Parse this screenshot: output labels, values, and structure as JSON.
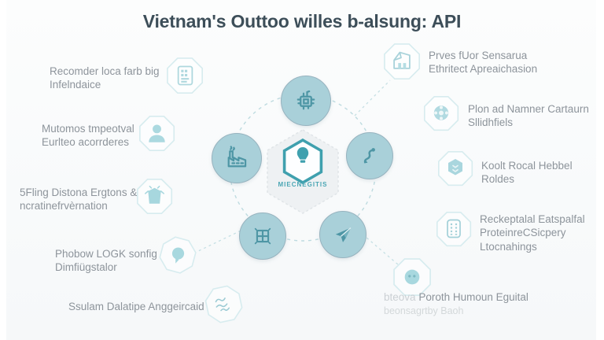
{
  "title": "Vietnam's Outtoo willes b-alsung: API",
  "center": {
    "label": "MIECNEGITIS",
    "icon": "lightbulb-hexagon-icon"
  },
  "ring_nodes": [
    {
      "icon": "chip-icon"
    },
    {
      "icon": "factory-icon"
    },
    {
      "icon": "route-icon"
    },
    {
      "icon": "grid-icon"
    },
    {
      "icon": "paper-plane-icon"
    }
  ],
  "left_items": [
    {
      "label": "Recomder loca farb big\nInfelndaice",
      "icon": "document-list-icon"
    },
    {
      "label": "Mutomos tmpeotval\nEurlteo acorrderes",
      "icon": "person-icon"
    },
    {
      "label": "5Fling Distona Ergtons &\nncratinefrvèrnation",
      "icon": "shirt-icon"
    },
    {
      "label": "Phobow LOGK sonfig\nDimfiügstalor",
      "icon": "speech-bubble-icon"
    },
    {
      "label": "Ssulam Dalatipe Anggeircaid",
      "icon": "scribble-icon"
    }
  ],
  "right_items": [
    {
      "label": "Prves fUor Sensarua\nEthritect Apreaichasion",
      "icon": "bank-icon"
    },
    {
      "label": "Plon ad Namner Cartaurn\nSllidhfiels",
      "icon": "globe-wheel-icon"
    },
    {
      "label": "Koolt Rocal Hebbel\nRoldes",
      "icon": "cube-icon"
    },
    {
      "label": "Reckeptalal Eatspalfal\nProteinreCSicpery\nLtocnahings",
      "icon": "book-icon"
    },
    {
      "prefix": "bteova",
      "label": "Poroth Humoun Eguital",
      "subline": "beonsagrtby Baoh",
      "icon": "smiley-icon"
    }
  ],
  "colors": {
    "accent_teal": "#3fa0ae",
    "node_fill": "#a9d0d9",
    "node_border": "#97b3bf",
    "title_text": "#3d4e59",
    "body_text": "#8d949b",
    "faint_text": "#cbd0d4",
    "badge_fill": "#eef1f3"
  }
}
